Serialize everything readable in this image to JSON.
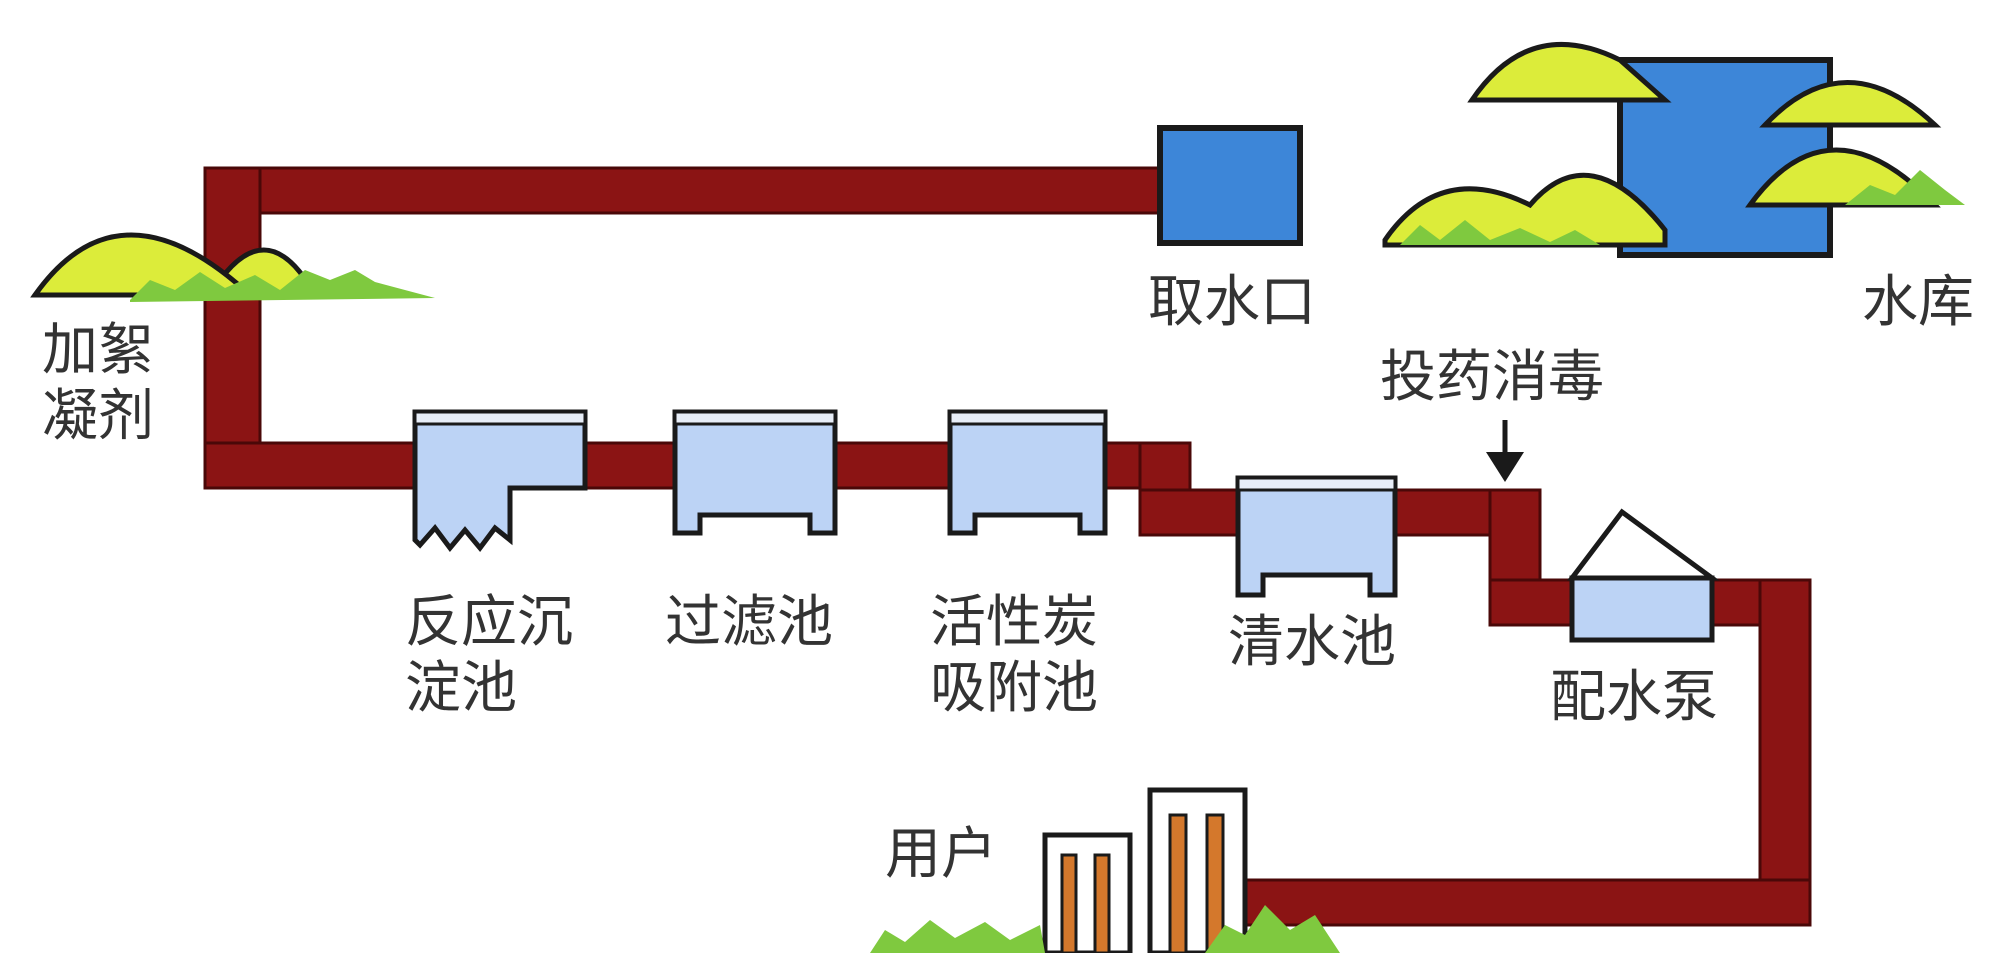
{
  "diagram": {
    "labels": {
      "intake": "取水口",
      "reservoir": "水库",
      "coagulant": "加絮\n凝剂",
      "sedimentation": "反应沉\n淀池",
      "filter": "过滤池",
      "carbon": "活性炭\n吸附池",
      "clear_water": "清水池",
      "disinfect": "投药消毒",
      "pump": "配水泵",
      "users": "用户"
    },
    "colors": {
      "pipe": "#8b1414",
      "tank": "#bcd3f5",
      "water": "#3d86d8",
      "hill": "#dcec3a",
      "grass": "#7fc93f"
    }
  }
}
